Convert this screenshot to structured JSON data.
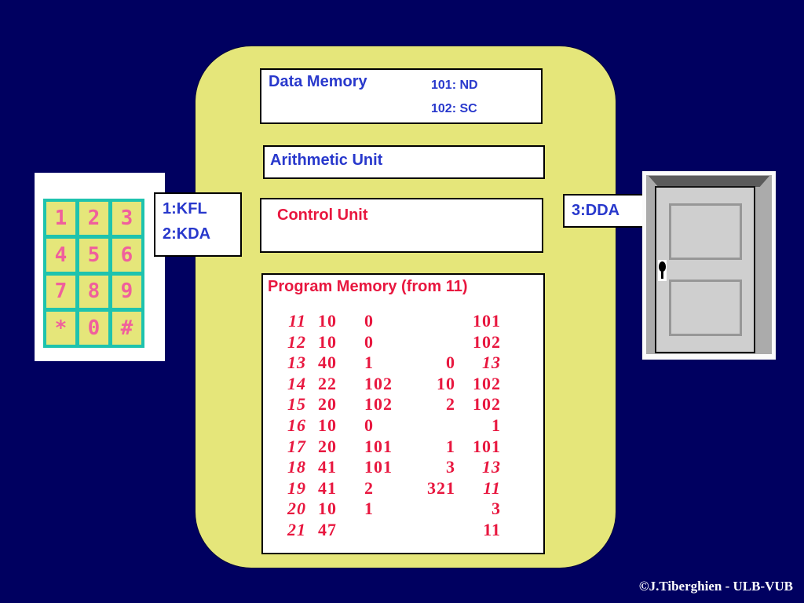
{
  "colors": {
    "background_navy": "#000060",
    "machine_yellow": "#E5E67A",
    "text_blue": "#2838CC",
    "text_red": "#E8173F",
    "keypad_teal": "#1EC3AE",
    "keypad_pink": "#F0609C",
    "door_gray": "#ABABAB"
  },
  "data_memory": {
    "title": "Data Memory",
    "entry1": "101: ND",
    "entry2": "102: SC"
  },
  "arithmetic_unit": {
    "title": "Arithmetic Unit"
  },
  "control_unit": {
    "title": "Control Unit"
  },
  "program_memory": {
    "title": "Program Memory (from 11)",
    "rows": [
      {
        "addr": "11",
        "c1": "10",
        "c2": "0",
        "c3": "",
        "c4": "101"
      },
      {
        "addr": "12",
        "c1": "10",
        "c2": "0",
        "c3": "",
        "c4": "102"
      },
      {
        "addr": "13",
        "c1": "40",
        "c2": "1",
        "c3": "0",
        "c4": "13",
        "c4_style": "italic"
      },
      {
        "addr": "14",
        "c1": "22",
        "c2": "102",
        "c3": "10",
        "c4": "102"
      },
      {
        "addr": "15",
        "c1": "20",
        "c2": "102",
        "c3": "2",
        "c4": "102"
      },
      {
        "addr": "16",
        "c1": "10",
        "c2": "0",
        "c3": "",
        "c4": "1"
      },
      {
        "addr": "17",
        "c1": "20",
        "c2": "101",
        "c3": "1",
        "c4": "101"
      },
      {
        "addr": "18",
        "c1": "41",
        "c2": "101",
        "c3": "3",
        "c4": "13",
        "c4_style": "italic"
      },
      {
        "addr": "19",
        "c1": "41",
        "c2": "2",
        "c3": "321",
        "c4": "11",
        "c4_style": "italic"
      },
      {
        "addr": "20",
        "c1": "10",
        "c2": "1",
        "c3": "",
        "c4": "3"
      },
      {
        "addr": "21",
        "c1": "47",
        "c2": "",
        "c3": "",
        "c4": "11"
      }
    ]
  },
  "keypad": {
    "keys": [
      "1",
      "2",
      "3",
      "4",
      "5",
      "6",
      "7",
      "8",
      "9",
      "*",
      "0",
      "#"
    ]
  },
  "keypad_label": {
    "line1": "1:KFL",
    "line2": "2:KDA"
  },
  "door_label": {
    "text": "3:DDA"
  },
  "footer": {
    "credit": "©J.Tiberghien - ULB-VUB"
  }
}
